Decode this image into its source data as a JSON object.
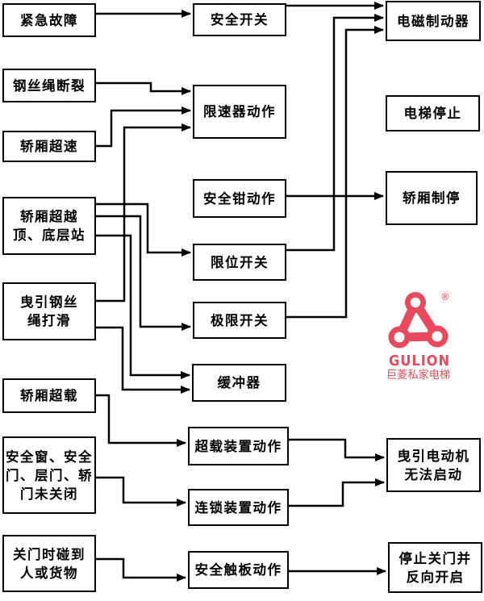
{
  "colors": {
    "background": "#ffffff",
    "box_border": "#000000",
    "connector": "#000000",
    "text": "#000000",
    "logo_red": "#e9495d",
    "logo_tagline_red": "#d65057"
  },
  "nodes": {
    "emergency_fault": {
      "label": "紧急故障"
    },
    "wire_rope_break": {
      "label": "钢丝绳断裂"
    },
    "car_overspeed": {
      "label": "轿厢超速"
    },
    "car_overrun_terminal": {
      "label": "轿厢超越\n顶、底层站"
    },
    "traction_rope_slip": {
      "label": "曳引钢丝\n绳打滑"
    },
    "car_overload": {
      "label": "轿厢超载"
    },
    "doors_not_closed": {
      "label": "安全窗、安全\n门、层门、轿\n门未关闭"
    },
    "door_meets_obstacle": {
      "label": "关门时碰到\n人或货物"
    },
    "safety_switch": {
      "label": "安全开关"
    },
    "governor_action": {
      "label": "限速器动作"
    },
    "safety_gear_action": {
      "label": "安全钳动作"
    },
    "limit_switch": {
      "label": "限位开关"
    },
    "final_limit_switch": {
      "label": "极限开关"
    },
    "buffer": {
      "label": "缓冲器"
    },
    "overload_device_action": {
      "label": "超载装置动作"
    },
    "interlock_device_action": {
      "label": "连锁装置动作"
    },
    "safety_edge_action": {
      "label": "安全触板动作"
    },
    "electromagnetic_brake": {
      "label": "电磁制动器"
    },
    "elevator_stop": {
      "label": "电梯停止"
    },
    "car_braked": {
      "label": "轿厢制停"
    },
    "traction_motor_cannot_start": {
      "label": "曳引电动机\n无法启动"
    },
    "stop_closing_reverse_open": {
      "label": "停止关门并\n反向开启"
    }
  },
  "edges": [
    {
      "from": "emergency_fault",
      "to": "safety_switch"
    },
    {
      "from": "safety_switch",
      "to": "electromagnetic_brake"
    },
    {
      "from": "wire_rope_break",
      "to": "governor_action"
    },
    {
      "from": "car_overspeed",
      "to": "governor_action"
    },
    {
      "from": "traction_rope_slip",
      "to": "governor_action"
    },
    {
      "from": "car_overrun_terminal",
      "to": "limit_switch"
    },
    {
      "from": "car_overrun_terminal",
      "to": "final_limit_switch"
    },
    {
      "from": "car_overrun_terminal",
      "to": "buffer"
    },
    {
      "from": "traction_rope_slip",
      "to": "buffer"
    },
    {
      "from": "limit_switch",
      "to": "electromagnetic_brake"
    },
    {
      "from": "final_limit_switch",
      "to": "electromagnetic_brake"
    },
    {
      "from": "safety_gear_action",
      "to": "car_braked"
    },
    {
      "from": "car_overload",
      "to": "overload_device_action"
    },
    {
      "from": "doors_not_closed",
      "to": "interlock_device_action"
    },
    {
      "from": "overload_device_action",
      "to": "traction_motor_cannot_start"
    },
    {
      "from": "interlock_device_action",
      "to": "traction_motor_cannot_start"
    },
    {
      "from": "door_meets_obstacle",
      "to": "safety_edge_action"
    },
    {
      "from": "safety_edge_action",
      "to": "stop_closing_reverse_open"
    }
  ],
  "logo": {
    "brand": "GULION",
    "tagline": "巨菱私家电梯",
    "registered_mark": "®"
  }
}
